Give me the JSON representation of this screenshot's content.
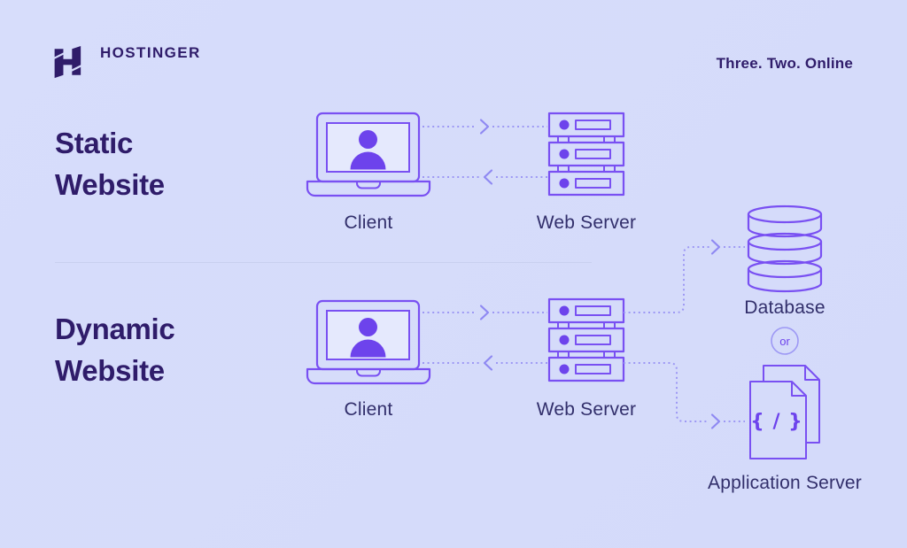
{
  "colors": {
    "background": "#d5dbfa",
    "brand_dark": "#2f1c6a",
    "heading": "#2f1c6a",
    "label": "#322f6b",
    "icon_stroke": "#7950f2",
    "icon_fill": "#6d43ec",
    "dotted_line": "#9d98f4",
    "chevron": "#8f89f2",
    "screen_fill": "#e5e9fd",
    "divider": "#c9d0ef"
  },
  "header": {
    "brand_name": "HOSTINGER",
    "tagline": "Three. Two. Online",
    "logo_icon": "hostinger-h-logo"
  },
  "static_section": {
    "title_line1": "Static",
    "title_line2": "Website",
    "client_label": "Client",
    "web_server_label": "Web Server",
    "icons": {
      "client": "laptop-user-icon",
      "web_server": "server-stack-icon",
      "request": "dotted-arrow-right",
      "response": "dotted-arrow-left"
    }
  },
  "dynamic_section": {
    "title_line1": "Dynamic",
    "title_line2": "Website",
    "client_label": "Client",
    "web_server_label": "Web Server",
    "database_label": "Database",
    "or_label": "or",
    "application_server_label": "Application Server",
    "code_glyph": "{ / }",
    "icons": {
      "client": "laptop-user-icon",
      "web_server": "server-stack-icon",
      "database": "database-cylinder-icon",
      "application_server": "code-documents-icon",
      "request": "dotted-arrow-right",
      "response": "dotted-arrow-left",
      "or_badge": "or-circle-badge"
    }
  }
}
